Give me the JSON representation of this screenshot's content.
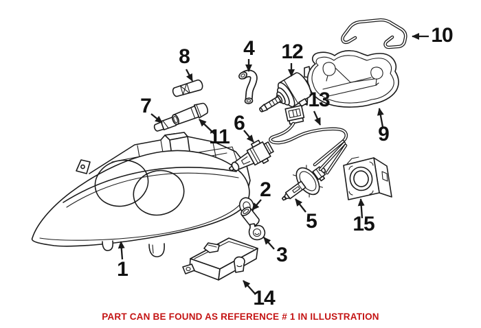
{
  "part_labels": [
    "1",
    "2",
    "3",
    "4",
    "5",
    "6",
    "7",
    "8",
    "9",
    "10",
    "11",
    "12",
    "13",
    "14",
    "15"
  ],
  "footer": {
    "text": "PART CAN BE FOUND AS REFERENCE # 1 IN ILLUSTRATION"
  },
  "colors": {
    "background": "#ffffff",
    "line": "#1a1a1a",
    "note": "#c41414"
  }
}
